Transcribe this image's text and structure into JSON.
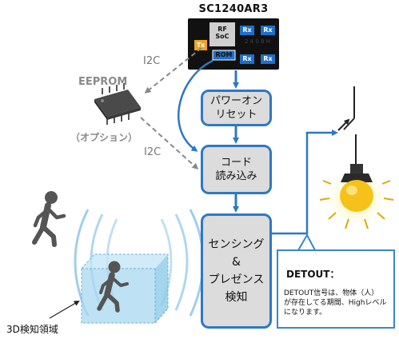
{
  "chip": {
    "name": "SC1240AR3",
    "rf_soc": "RF\nSoC",
    "rom": "ROM",
    "tx": "Tx",
    "rx": "Rx",
    "marking": "2 4 0 8 H"
  },
  "eeprom": {
    "label": "EEPROM",
    "optional": "（オプション）"
  },
  "bus": {
    "i2c_top": "I2C",
    "i2c_bottom": "I2C"
  },
  "flow": {
    "power_on_reset": "パワーオン\nリセット",
    "code_load": "コード\n読み込み",
    "sensing": "センシング\n&\nプレゼンス\n検知"
  },
  "detout": {
    "title": "DETOUT：",
    "description": "DETOUT信号は、物体（人）\nが存在してる期間、Highレベル\nになります。"
  },
  "area": {
    "label": "3D検知領域"
  },
  "colors": {
    "flow_border": "#2f78c4",
    "flow_fill": "#dcdcdc",
    "chip_body": "#111111",
    "rx_badge": "#1f6fc8",
    "tx_badge": "#f0a21a",
    "bulb": "#f6c21a",
    "person": "#555555",
    "detection_box": "#a8d8f0"
  }
}
